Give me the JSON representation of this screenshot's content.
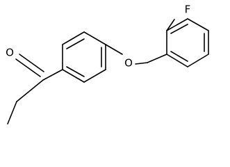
{
  "atoms": {
    "carbonyl_oxygen": "O",
    "ether_oxygen": "O",
    "fluorine": "F"
  }
}
